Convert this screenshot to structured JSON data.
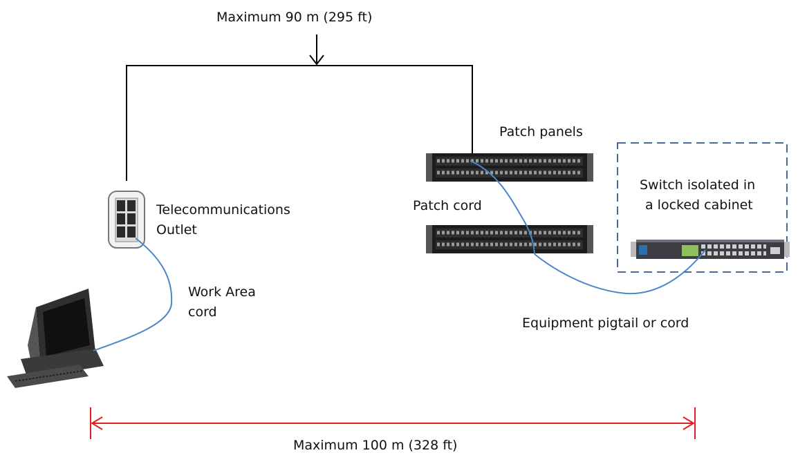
{
  "labels": {
    "top_max": "Maximum 90 m (295 ft)",
    "patch_panels": "Patch panels",
    "switch_line1": "Switch isolated in",
    "switch_line2": "a locked cabinet",
    "telecom_line1": "Telecommunications",
    "telecom_line2": "Outlet",
    "patch_cord": "Patch cord",
    "work_area_line1": "Work Area",
    "work_area_line2": "cord",
    "equipment": "Equipment pigtail or cord",
    "bottom_max": "Maximum 100 m (328 ft)"
  },
  "colors": {
    "cable": "#4a86c8",
    "dimension": "#e02020",
    "cabinet_border": "#4a6a9a",
    "line": "#000000"
  },
  "icons": [
    "computer-icon",
    "outlet-icon",
    "patch-panel-icon",
    "switch-icon"
  ]
}
